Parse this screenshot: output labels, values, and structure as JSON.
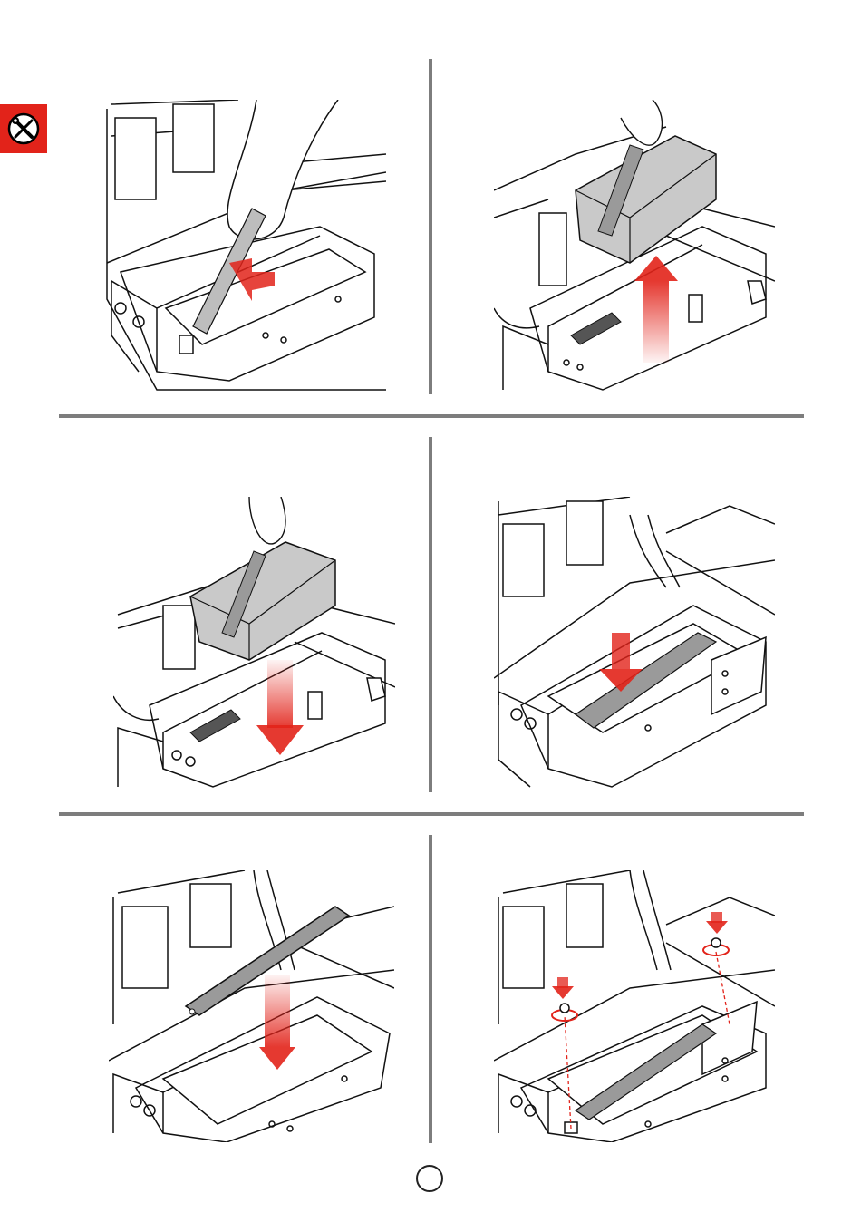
{
  "page": {
    "number": "",
    "accent_color": "#e2231a",
    "divider_color": "#7d7d7d",
    "section_icon": "wrench-screwdriver-icon"
  },
  "steps": [
    {
      "id": 1,
      "action": "slide-strap-under-battery",
      "arrow": "right-push"
    },
    {
      "id": 2,
      "action": "lift-battery-out",
      "arrow": "up"
    },
    {
      "id": 3,
      "action": "lower-battery-in",
      "arrow": "down"
    },
    {
      "id": 4,
      "action": "press-battery-down",
      "arrow": "down"
    },
    {
      "id": 5,
      "action": "place-bracket",
      "arrow": "down"
    },
    {
      "id": 6,
      "action": "fasten-screws",
      "arrow": "rotate"
    }
  ]
}
